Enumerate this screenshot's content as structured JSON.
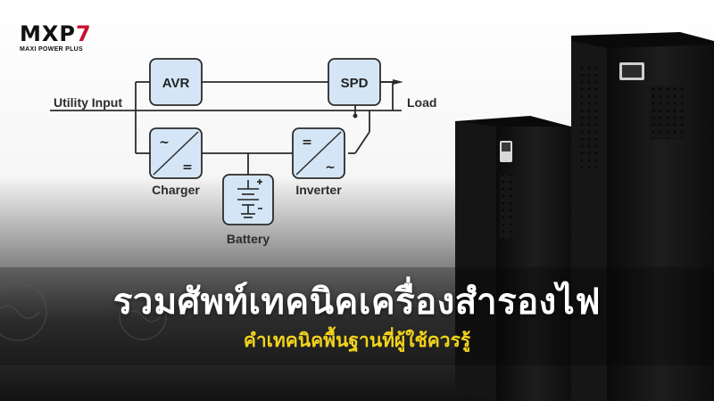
{
  "brand": {
    "logo_mark": "MXP",
    "logo_digit": "7",
    "tagline": "MAXI POWER PLUS"
  },
  "diagram": {
    "utility_input": "Utility Input",
    "load": "Load",
    "avr": "AVR",
    "spd": "SPD",
    "charger": "Charger",
    "inverter": "Inverter",
    "battery": "Battery",
    "ac_symbol": "~",
    "dc_symbol": "="
  },
  "headline": "รวมศัพท์เทคนิคเครื่องสำรองไฟ",
  "subline": "คำเทคนิคพื้นฐานที่ผู้ใช้ควรรู้",
  "colors": {
    "headline": "#ffffff",
    "subline": "#f2d21b",
    "block_fill": "#d4e6f6",
    "line": "#2b2b2b",
    "cabinet": "#111111",
    "logo_accent": "#c8102e"
  }
}
